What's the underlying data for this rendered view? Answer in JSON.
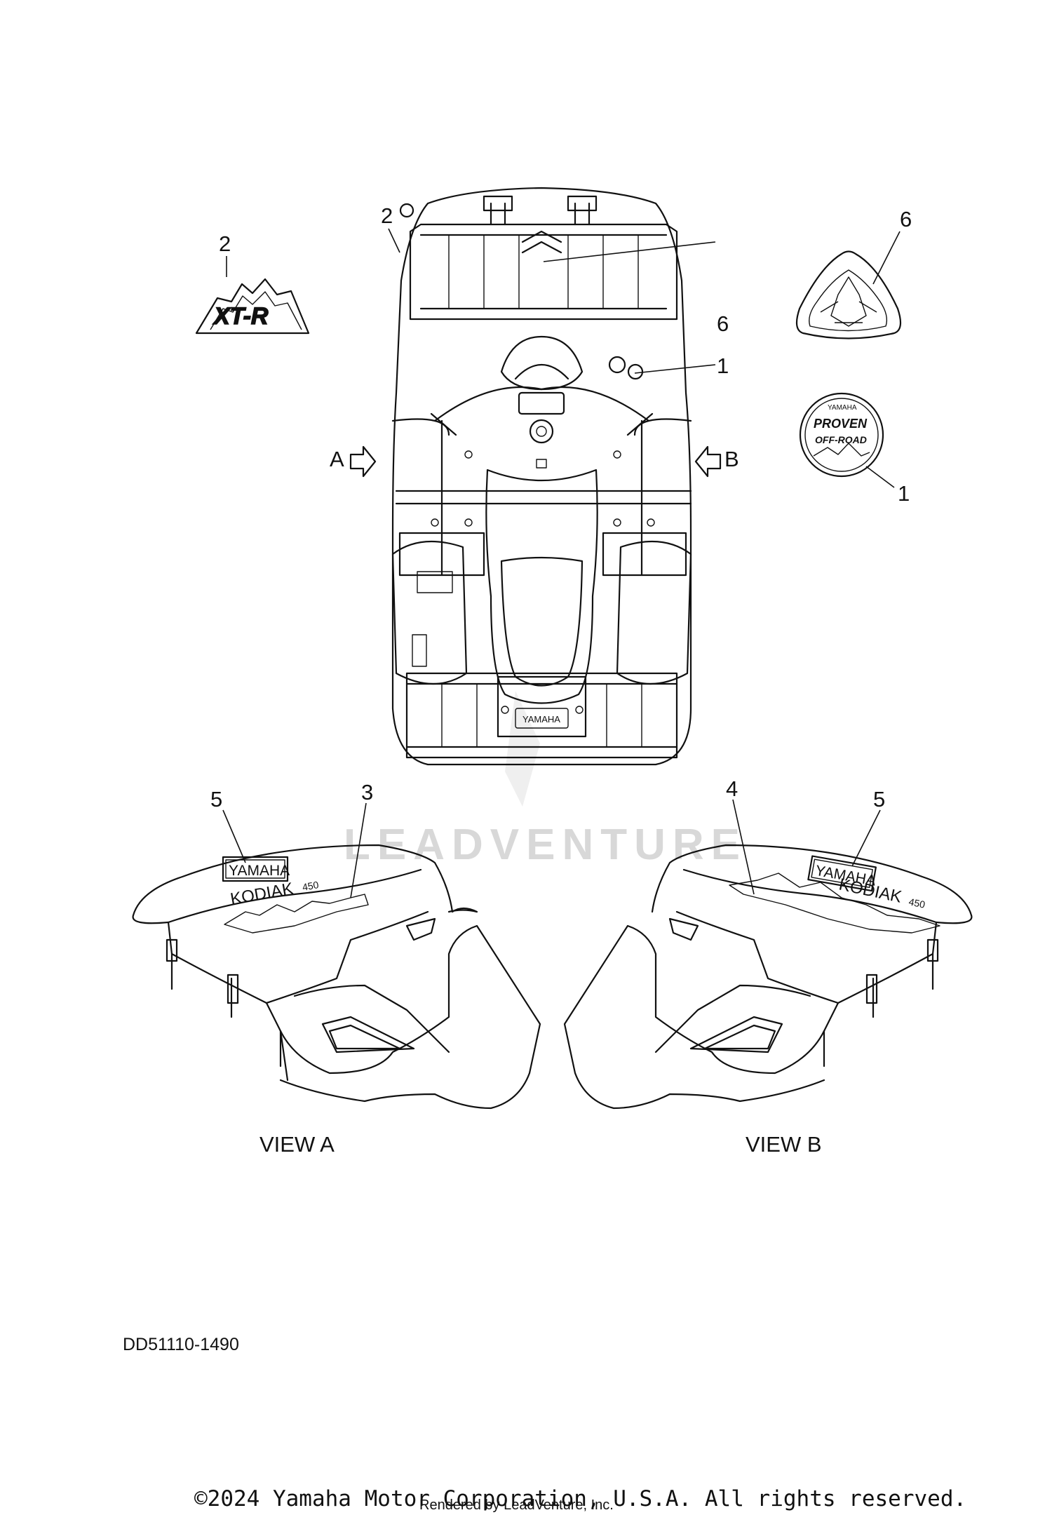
{
  "callouts": {
    "c1_top": "1",
    "c1_badge": "1",
    "c2_left": "2",
    "c2_top": "2",
    "c3": "3",
    "c4": "4",
    "c5_left": "5",
    "c5_right": "5",
    "c6_top": "6",
    "c6_badge": "6"
  },
  "view_arrows": {
    "a": "A",
    "b": "B"
  },
  "view_labels": {
    "a": "VIEW A",
    "b": "VIEW B"
  },
  "decals": {
    "xtr": "XT-R",
    "yamaha": "YAMAHA",
    "kodiak": "KODIAK",
    "kodiak_num": "450",
    "proven_top": "YAMAHA",
    "proven_1": "PROVEN",
    "proven_2": "OFF-ROAD"
  },
  "watermark": "LEADVENTURE",
  "diagram_code": "DD51110-1490",
  "copyright": "©2024 Yamaha Motor Corporation, U.S.A. All rights reserved.",
  "rendered_by": "Rendered by LeadVenture, Inc."
}
